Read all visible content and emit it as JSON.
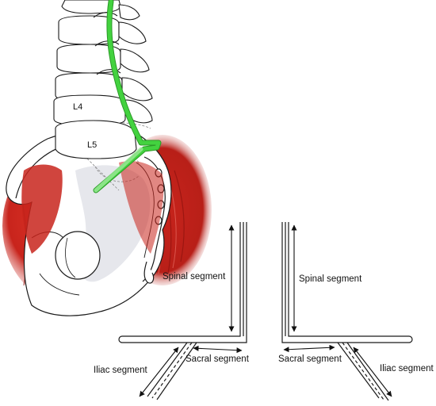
{
  "anatomy": {
    "vertebra_labels": [
      "L4",
      "L5"
    ],
    "colors": {
      "guide_wire": "#43d23f",
      "muscle": "#c8241c",
      "bone_shadow": "#e6e7ec",
      "line": "#1a1a1a"
    }
  },
  "schematics": [
    {
      "side": "left",
      "labels": {
        "spinal": "Spinal segment",
        "sacral": "Sacral segment",
        "iliac": "Iliac segment"
      }
    },
    {
      "side": "right",
      "labels": {
        "spinal": "Spinal segment",
        "sacral": "Sacral segment",
        "iliac": "Iliac segment"
      }
    }
  ]
}
